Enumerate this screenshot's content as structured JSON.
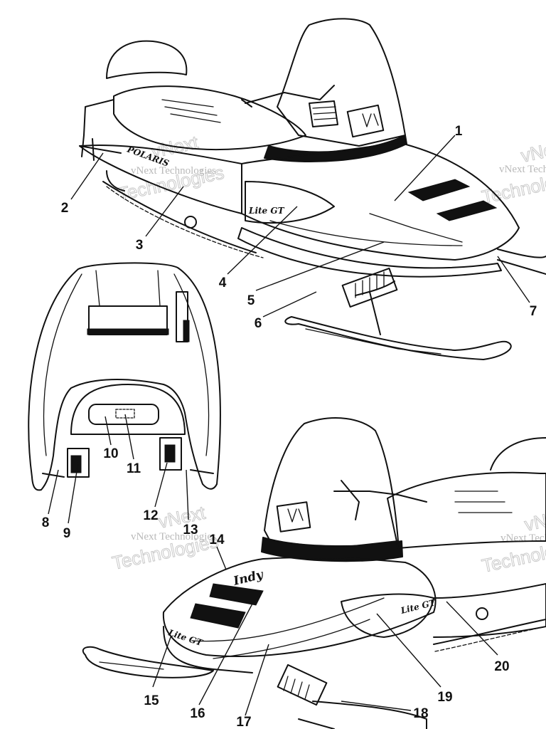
{
  "callouts": [
    {
      "id": "1",
      "label": "1"
    },
    {
      "id": "2",
      "label": "2"
    },
    {
      "id": "3",
      "label": "3"
    },
    {
      "id": "4",
      "label": "4"
    },
    {
      "id": "5",
      "label": "5"
    },
    {
      "id": "6",
      "label": "6"
    },
    {
      "id": "7",
      "label": "7"
    },
    {
      "id": "8",
      "label": "8"
    },
    {
      "id": "9",
      "label": "9"
    },
    {
      "id": "10",
      "label": "10"
    },
    {
      "id": "11",
      "label": "11"
    },
    {
      "id": "12",
      "label": "12"
    },
    {
      "id": "13",
      "label": "13"
    },
    {
      "id": "14",
      "label": "14"
    },
    {
      "id": "15",
      "label": "15"
    },
    {
      "id": "16",
      "label": "16"
    },
    {
      "id": "17",
      "label": "17"
    },
    {
      "id": "18",
      "label": "18"
    },
    {
      "id": "19",
      "label": "19"
    },
    {
      "id": "20",
      "label": "20"
    }
  ],
  "decals": {
    "brand": "POLARIS",
    "model_side": "Lite GT",
    "model_hood": "Lite GT",
    "indy": "Indy"
  },
  "watermark": {
    "line1": "vNext",
    "line2": "Technologies",
    "small": "vNext Technologies"
  }
}
